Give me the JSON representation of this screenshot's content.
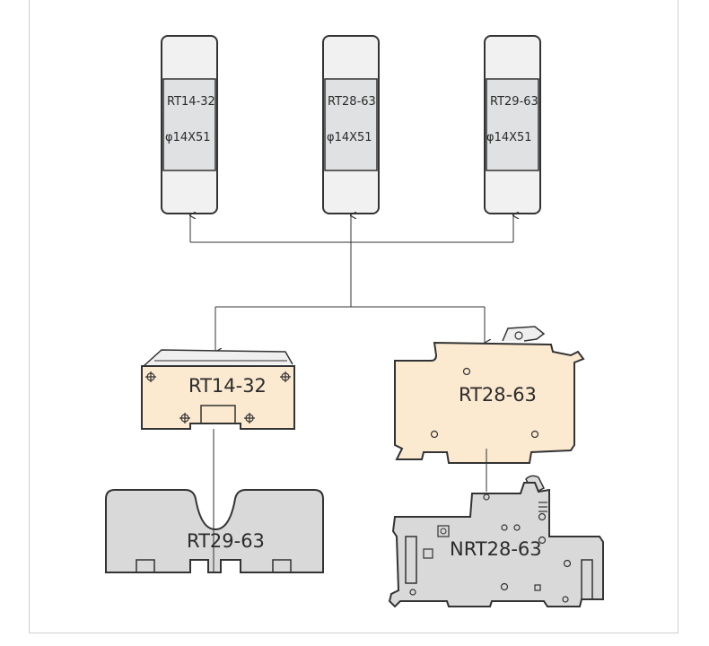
{
  "fuses": [
    {
      "model": "RT14-32",
      "size": "φ14X51"
    },
    {
      "model": "RT28-63",
      "size": "φ14X51"
    },
    {
      "model": "RT29-63",
      "size": "φ14X51"
    }
  ],
  "holders": {
    "rt14": "RT14-32",
    "rt28": "RT28-63",
    "rt29": "RT29-63",
    "nrt28": "NRT28-63"
  },
  "colors": {
    "line": "#333333",
    "fuse_cap": "#f1f1f1",
    "fuse_body": "#dfe1e2",
    "holder_beige": "#fbe9d0",
    "holder_gray": "#d9d9d9",
    "frame": "#cfcfcf"
  }
}
